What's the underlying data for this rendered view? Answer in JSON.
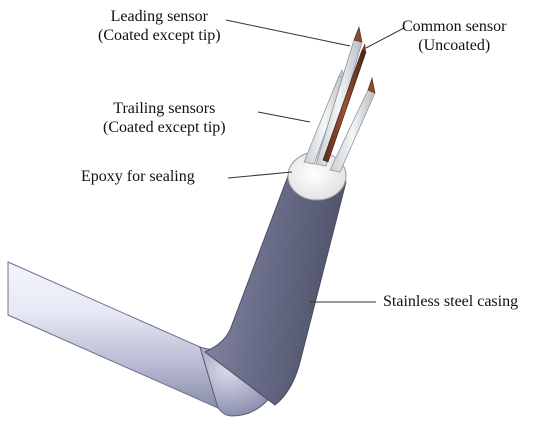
{
  "labels": {
    "leading_sensor": {
      "line1": "Leading sensor",
      "line2": "(Coated except tip)"
    },
    "common_sensor": {
      "line1": "Common sensor",
      "line2": "(Uncoated)"
    },
    "trailing_sensors": {
      "line1": "Trailing sensors",
      "line2": "(Coated except tip)"
    },
    "epoxy": "Epoxy for sealing",
    "casing": "Stainless steel casing"
  },
  "colors": {
    "casing_light": "#eef0fb",
    "casing_mid": "#a7aac4",
    "casing_dark": "#5c5f7a",
    "epoxy": "#f2f2f2",
    "coated_sensor": "#d8dde0",
    "uncoated_sensor": "#7a3d28",
    "leader_line": "#333333"
  }
}
